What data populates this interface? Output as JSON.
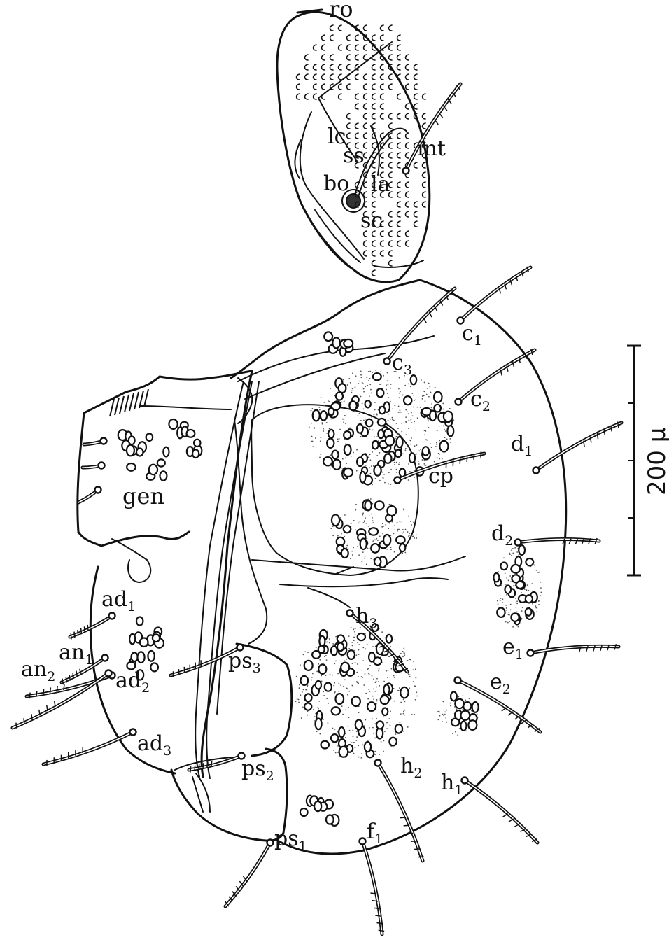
{
  "figure": {
    "labels": {
      "ro": "ro",
      "lc": "lc",
      "ss": "ss",
      "int": "int",
      "la": "la",
      "bo": "bo",
      "sc": "sc",
      "c1": "c",
      "c1_sub": "1",
      "c3": "c",
      "c3_sub": "3",
      "c2": "c",
      "c2_sub": "2",
      "d1": "d",
      "d1_sub": "1",
      "cp": "cp",
      "gen": "gen",
      "d2": "d",
      "d2_sub": "2",
      "ad1": "ad",
      "ad1_sub": "1",
      "h3": "h",
      "h3_sub": "3",
      "an1": "an",
      "an1_sub": "1",
      "e1": "e",
      "e1_sub": "1",
      "an2": "an",
      "an2_sub": "2",
      "ad2": "ad",
      "ad2_sub": "2",
      "ps3": "ps",
      "ps3_sub": "3",
      "e2": "e",
      "e2_sub": "2",
      "ad3": "ad",
      "ad3_sub": "3",
      "ps2": "ps",
      "ps2_sub": "2",
      "h2": "h",
      "h2_sub": "2",
      "h1": "h",
      "h1_sub": "1",
      "ps1": "ps",
      "ps1_sub": "1",
      "f1": "f",
      "f1_sub": "1"
    },
    "scale_bar": {
      "label": "200 μ",
      "value": 200,
      "unit": "μ"
    }
  }
}
